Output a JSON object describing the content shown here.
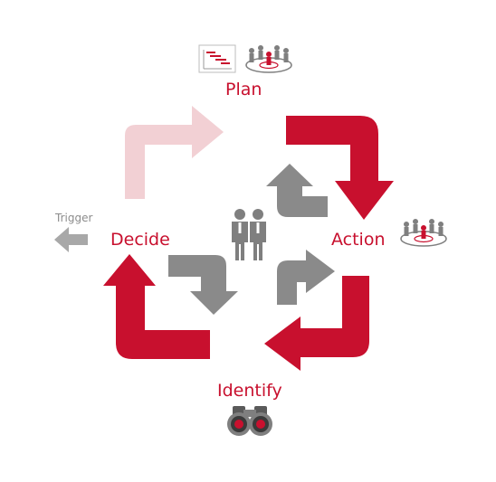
{
  "diagram": {
    "title": "",
    "stages": {
      "plan": "Plan",
      "action": "Action",
      "identify": "Identify",
      "decide": "Decide"
    },
    "trigger_label": "Trigger",
    "icons": {
      "plan": [
        "gantt-chart-icon",
        "team-meeting-icon"
      ],
      "action": "team-meeting-icon",
      "identify": "binoculars-icon",
      "center": "two-people-icon"
    },
    "colors": {
      "primary_red": "#c8102e",
      "faded_red": "#f2d0d4",
      "gray_arrow": "#8a8a8a",
      "trigger_gray": "#a8a8a8",
      "icon_gray": "#7f7f7f"
    }
  }
}
